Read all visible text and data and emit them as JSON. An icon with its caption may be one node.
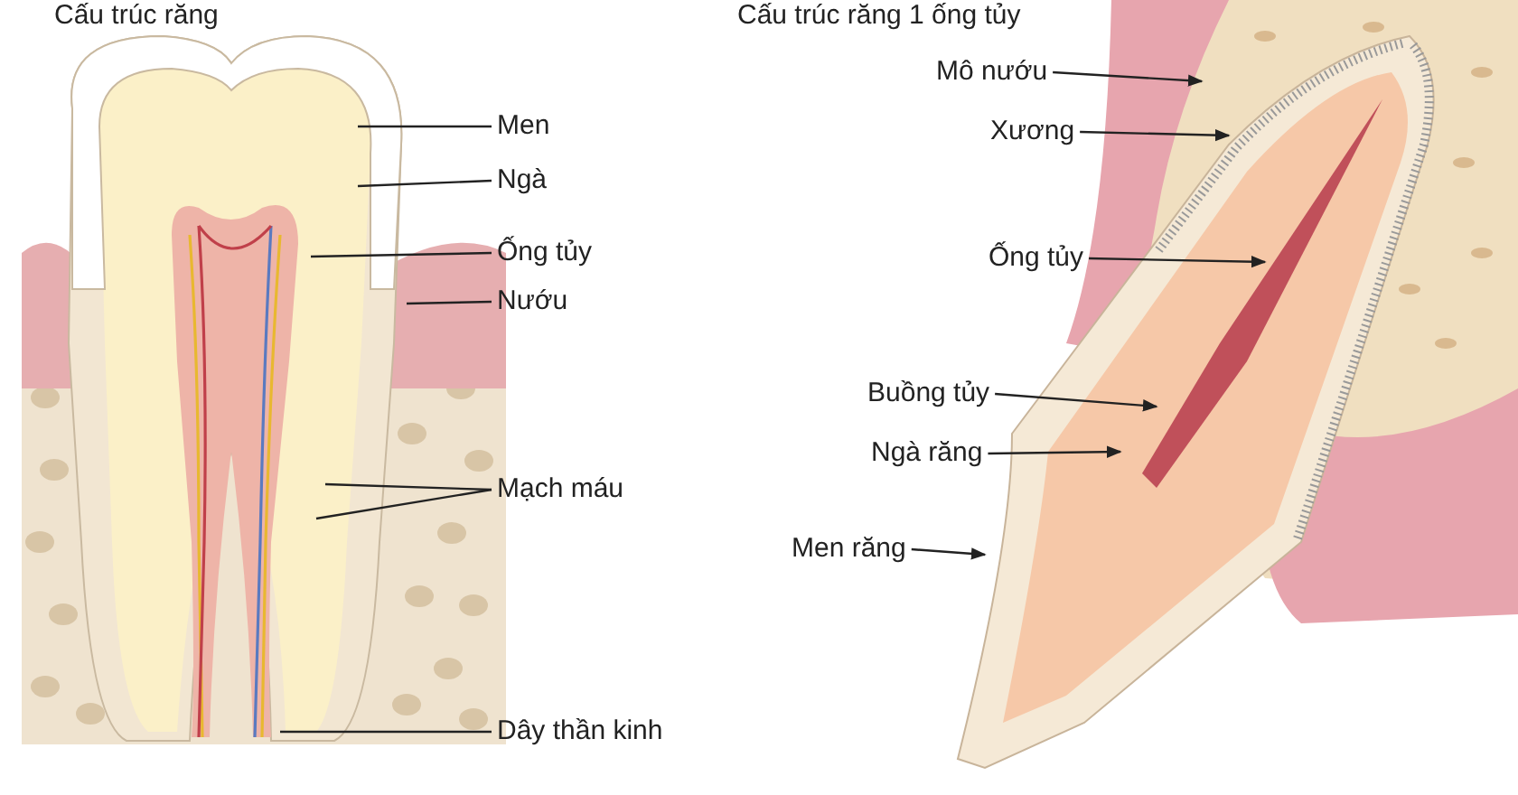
{
  "diagram": {
    "nodes": [
      {
        "text": [
          "Men"
        ]
      },
      {
        "text": [
          "Ngà"
        ]
      },
      {
        "text": [
          "Ống tủy"
        ]
      },
      {
        "text": [
          "Nướu"
        ]
      },
      {
        "text": [
          "Mạch máu"
        ]
      },
      {
        "text": [
          "Dây thần kinh"
        ]
      },
      {
        "text": [
          "Mô nướu"
        ]
      },
      {
        "text": [
          "Xương"
        ]
      },
      {
        "text": [
          "Ống tủy"
        ]
      },
      {
        "text": [
          "Buồng tủy"
        ]
      },
      {
        "text": [
          "Ngà răng"
        ]
      },
      {
        "text": [
          "Men răng"
        ]
      }
    ],
    "edges": [
      {
        "from": 0,
        "to": null,
        "arrow": "none"
      },
      {
        "from": 1,
        "to": null,
        "arrow": "none"
      },
      {
        "from": 2,
        "to": null,
        "arrow": "none"
      },
      {
        "from": 3,
        "to": null,
        "arrow": "none"
      },
      {
        "from": 4,
        "to": null,
        "arrow": "none"
      },
      {
        "from": 4,
        "to": null,
        "arrow": "none"
      },
      {
        "from": 5,
        "to": null,
        "arrow": "none"
      },
      {
        "from": 6,
        "to": null,
        "arrow": "to"
      },
      {
        "from": 7,
        "to": null,
        "arrow": "to"
      },
      {
        "from": 8,
        "to": null,
        "arrow": "to"
      },
      {
        "from": 9,
        "to": null,
        "arrow": "to"
      },
      {
        "from": 10,
        "to": null,
        "arrow": "to"
      },
      {
        "from": 11,
        "to": null,
        "arrow": "to"
      }
    ],
    "labels": [
      "Cấu trúc răng",
      "Cấu trúc răng 1 ống tủy"
    ]
  }
}
